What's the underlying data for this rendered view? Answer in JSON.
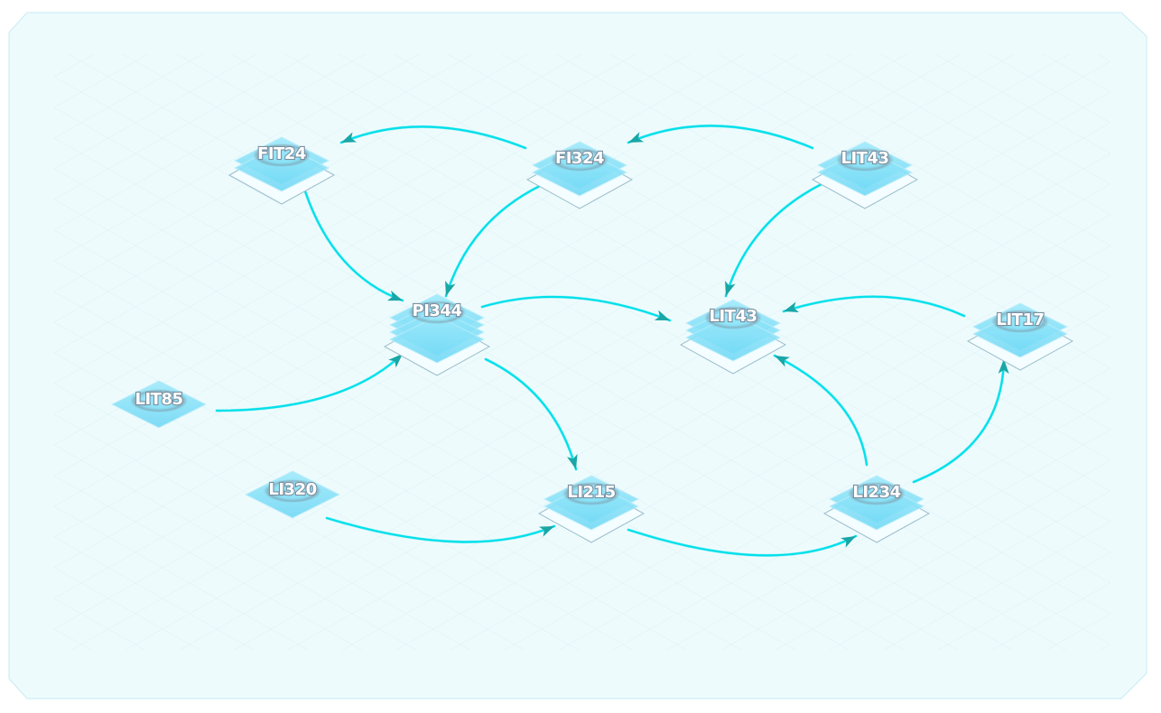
{
  "diagram": {
    "nodes": [
      {
        "id": "FIT24",
        "label": "FIT24",
        "layers": 2
      },
      {
        "id": "FI324",
        "label": "FI324",
        "layers": 2
      },
      {
        "id": "LIT43_top",
        "label": "LIT43",
        "layers": 2
      },
      {
        "id": "PI344",
        "label": "PI344",
        "layers": 4
      },
      {
        "id": "LIT43_mid",
        "label": "LIT43",
        "layers": 3
      },
      {
        "id": "LIT17",
        "label": "LIT17",
        "layers": 2
      },
      {
        "id": "LIT85",
        "label": "LIT85",
        "layers": 1
      },
      {
        "id": "LI320",
        "label": "LI320",
        "layers": 1
      },
      {
        "id": "LI215",
        "label": "LI215",
        "layers": 2
      },
      {
        "id": "LI234",
        "label": "LI234",
        "layers": 2
      }
    ],
    "edges": [
      {
        "from": "FI324",
        "to": "FIT24"
      },
      {
        "from": "LIT43_top",
        "to": "FI324"
      },
      {
        "from": "FIT24",
        "to": "PI344"
      },
      {
        "from": "FI324",
        "to": "PI344"
      },
      {
        "from": "LIT43_top",
        "to": "LIT43_mid"
      },
      {
        "from": "PI344",
        "to": "LIT43_mid"
      },
      {
        "from": "LIT17",
        "to": "LIT43_mid"
      },
      {
        "from": "LIT85",
        "to": "PI344"
      },
      {
        "from": "PI344",
        "to": "LI215"
      },
      {
        "from": "LI320",
        "to": "LI215"
      },
      {
        "from": "LI215",
        "to": "LI234"
      },
      {
        "from": "LI234",
        "to": "LIT43_mid"
      },
      {
        "from": "LI234",
        "to": "LIT17"
      }
    ],
    "colors": {
      "edge": "#00e0ea",
      "arrow_head": "#1aa6a6",
      "tile_top": "#7fe0f8",
      "tile_edge": "#a8dfee",
      "panel_bg": "#eefbfd",
      "panel_border": "#cdeef6"
    }
  }
}
